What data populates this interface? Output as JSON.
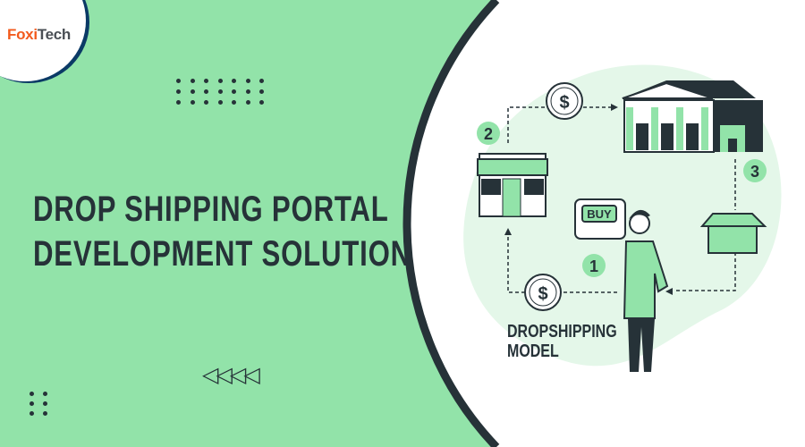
{
  "brand": {
    "logo_part1": "Fox",
    "logo_part2": "i",
    "logo_part3": "Tech"
  },
  "headline": {
    "line1": "DROP SHIPPING PORTAL",
    "line2": "DEVELOPMENT SOLUTION"
  },
  "decoration": {
    "arrows": "◁◁◁◁"
  },
  "illustration": {
    "buy_label": "BUY",
    "steps": [
      "1",
      "2",
      "3"
    ],
    "currency": "$",
    "caption_line1": "DROPSHIPPING",
    "caption_line2": "MODEL"
  },
  "colors": {
    "background": "#92e3a9",
    "dark": "#263238",
    "logo_orange": "#f25a1d",
    "logo_ring": "#0b3a66",
    "blob": "#e4f7e9"
  }
}
